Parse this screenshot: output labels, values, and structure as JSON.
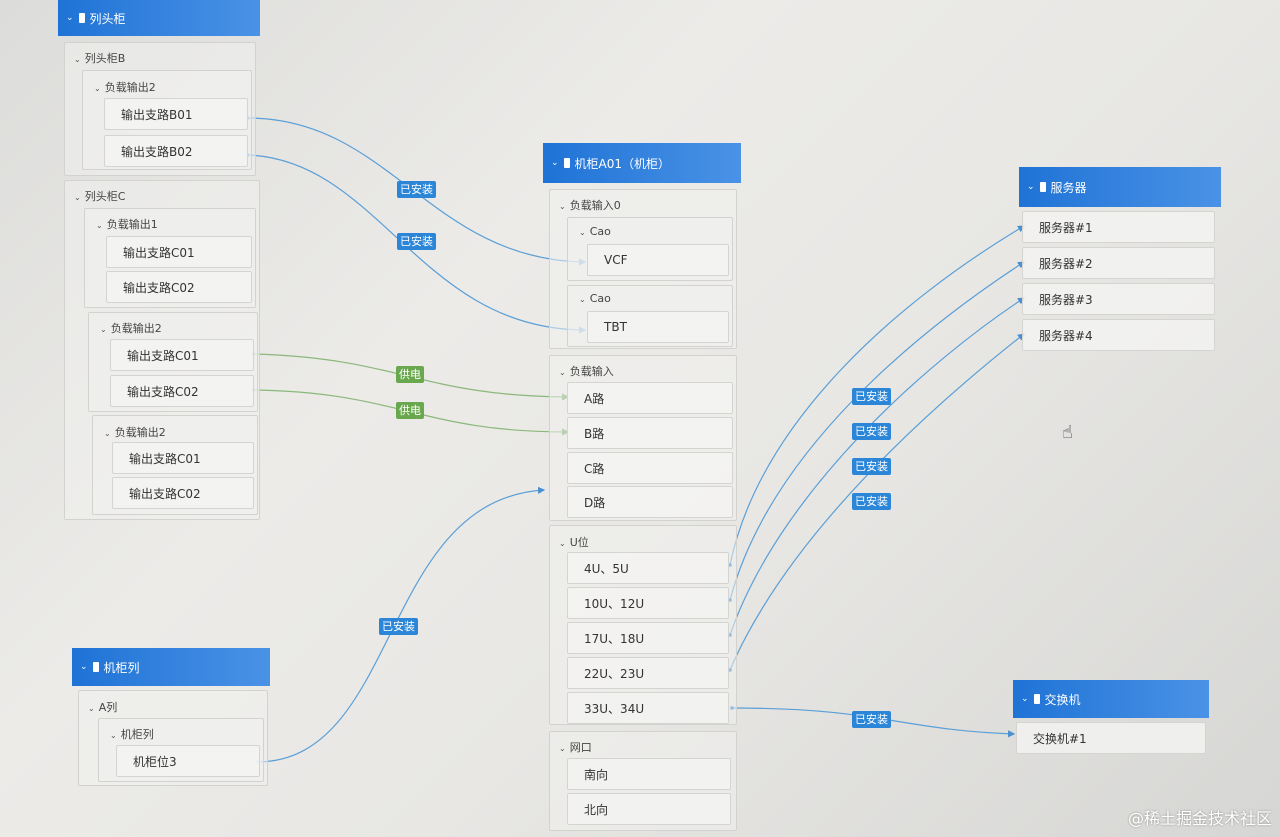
{
  "left_top_panel": {
    "title": "列头柜",
    "group_b": "列头柜B",
    "group_b_sub": "负载输出2",
    "b01": "输出支路B01",
    "b02": "输出支路B02",
    "group_c": "列头柜C",
    "group_c_sub1": "负载输出1",
    "c1_01": "输出支路C01",
    "c1_02": "输出支路C02",
    "group_c_sub2": "负载输出2",
    "c2_01": "输出支路C01",
    "c2_02": "输出支路C02",
    "group_c_sub3": "负载输出2",
    "c3_01": "输出支路C01",
    "c3_02": "输出支路C02"
  },
  "left_bottom_panel": {
    "title": "机柜列",
    "group": "A列",
    "sub": "机柜列",
    "item": "机柜位3"
  },
  "center_panel": {
    "title": "机柜A01（机柜）",
    "load_in0": "负载输入0",
    "cao1": "Cao",
    "vcf": "VCF",
    "cao2": "Cao",
    "tbt": "TBT",
    "load_in": "负载输入",
    "a_road": "A路",
    "b_road": "B路",
    "c_road": "C路",
    "d_road": "D路",
    "u_pos": "U位",
    "u1": "4U、5U",
    "u2": "10U、12U",
    "u3": "17U、18U",
    "u4": "22U、23U",
    "u5": "33U、34U",
    "net": "网口",
    "south": "南向",
    "north": "北向"
  },
  "right_server_panel": {
    "title": "服务器",
    "s1": "服务器#1",
    "s2": "服务器#2",
    "s3": "服务器#3",
    "s4": "服务器#4"
  },
  "right_switch_panel": {
    "title": "交换机",
    "sw1": "交换机#1"
  },
  "badges": {
    "installed": "已安装",
    "powered": "供电"
  },
  "colors": {
    "header_blue": "#1f73d6",
    "link_blue": "#5a9fd8",
    "link_green": "#8ab87a",
    "badge_blue": "#2b86d8",
    "badge_green": "#6aa84f"
  },
  "watermark": "@稀土掘金技术社区"
}
